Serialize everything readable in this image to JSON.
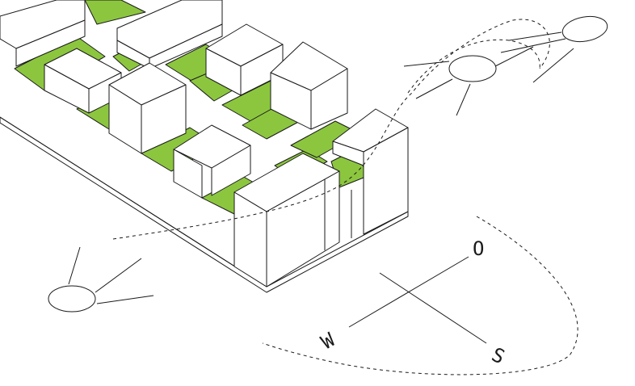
{
  "colors": {
    "green": "#8cc63f",
    "line": "#1a1a1a",
    "background": "#ffffff"
  },
  "compass": {
    "west": "W",
    "east": "O",
    "south": "S"
  },
  "icons": [
    "sun-icon",
    "sun-icon",
    "sun-icon"
  ]
}
